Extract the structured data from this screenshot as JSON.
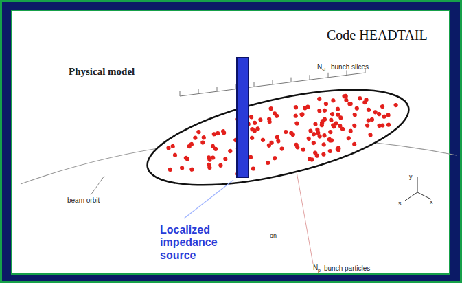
{
  "diagram": {
    "title": "Code HEADTAIL",
    "labels": [
      "Physical model",
      "N",
      "sl",
      "bunch slices",
      "beam orbit",
      "Localized impedance source",
      "on",
      "N",
      "p",
      "bunch particles",
      "y",
      "s",
      "x"
    ]
  }
}
